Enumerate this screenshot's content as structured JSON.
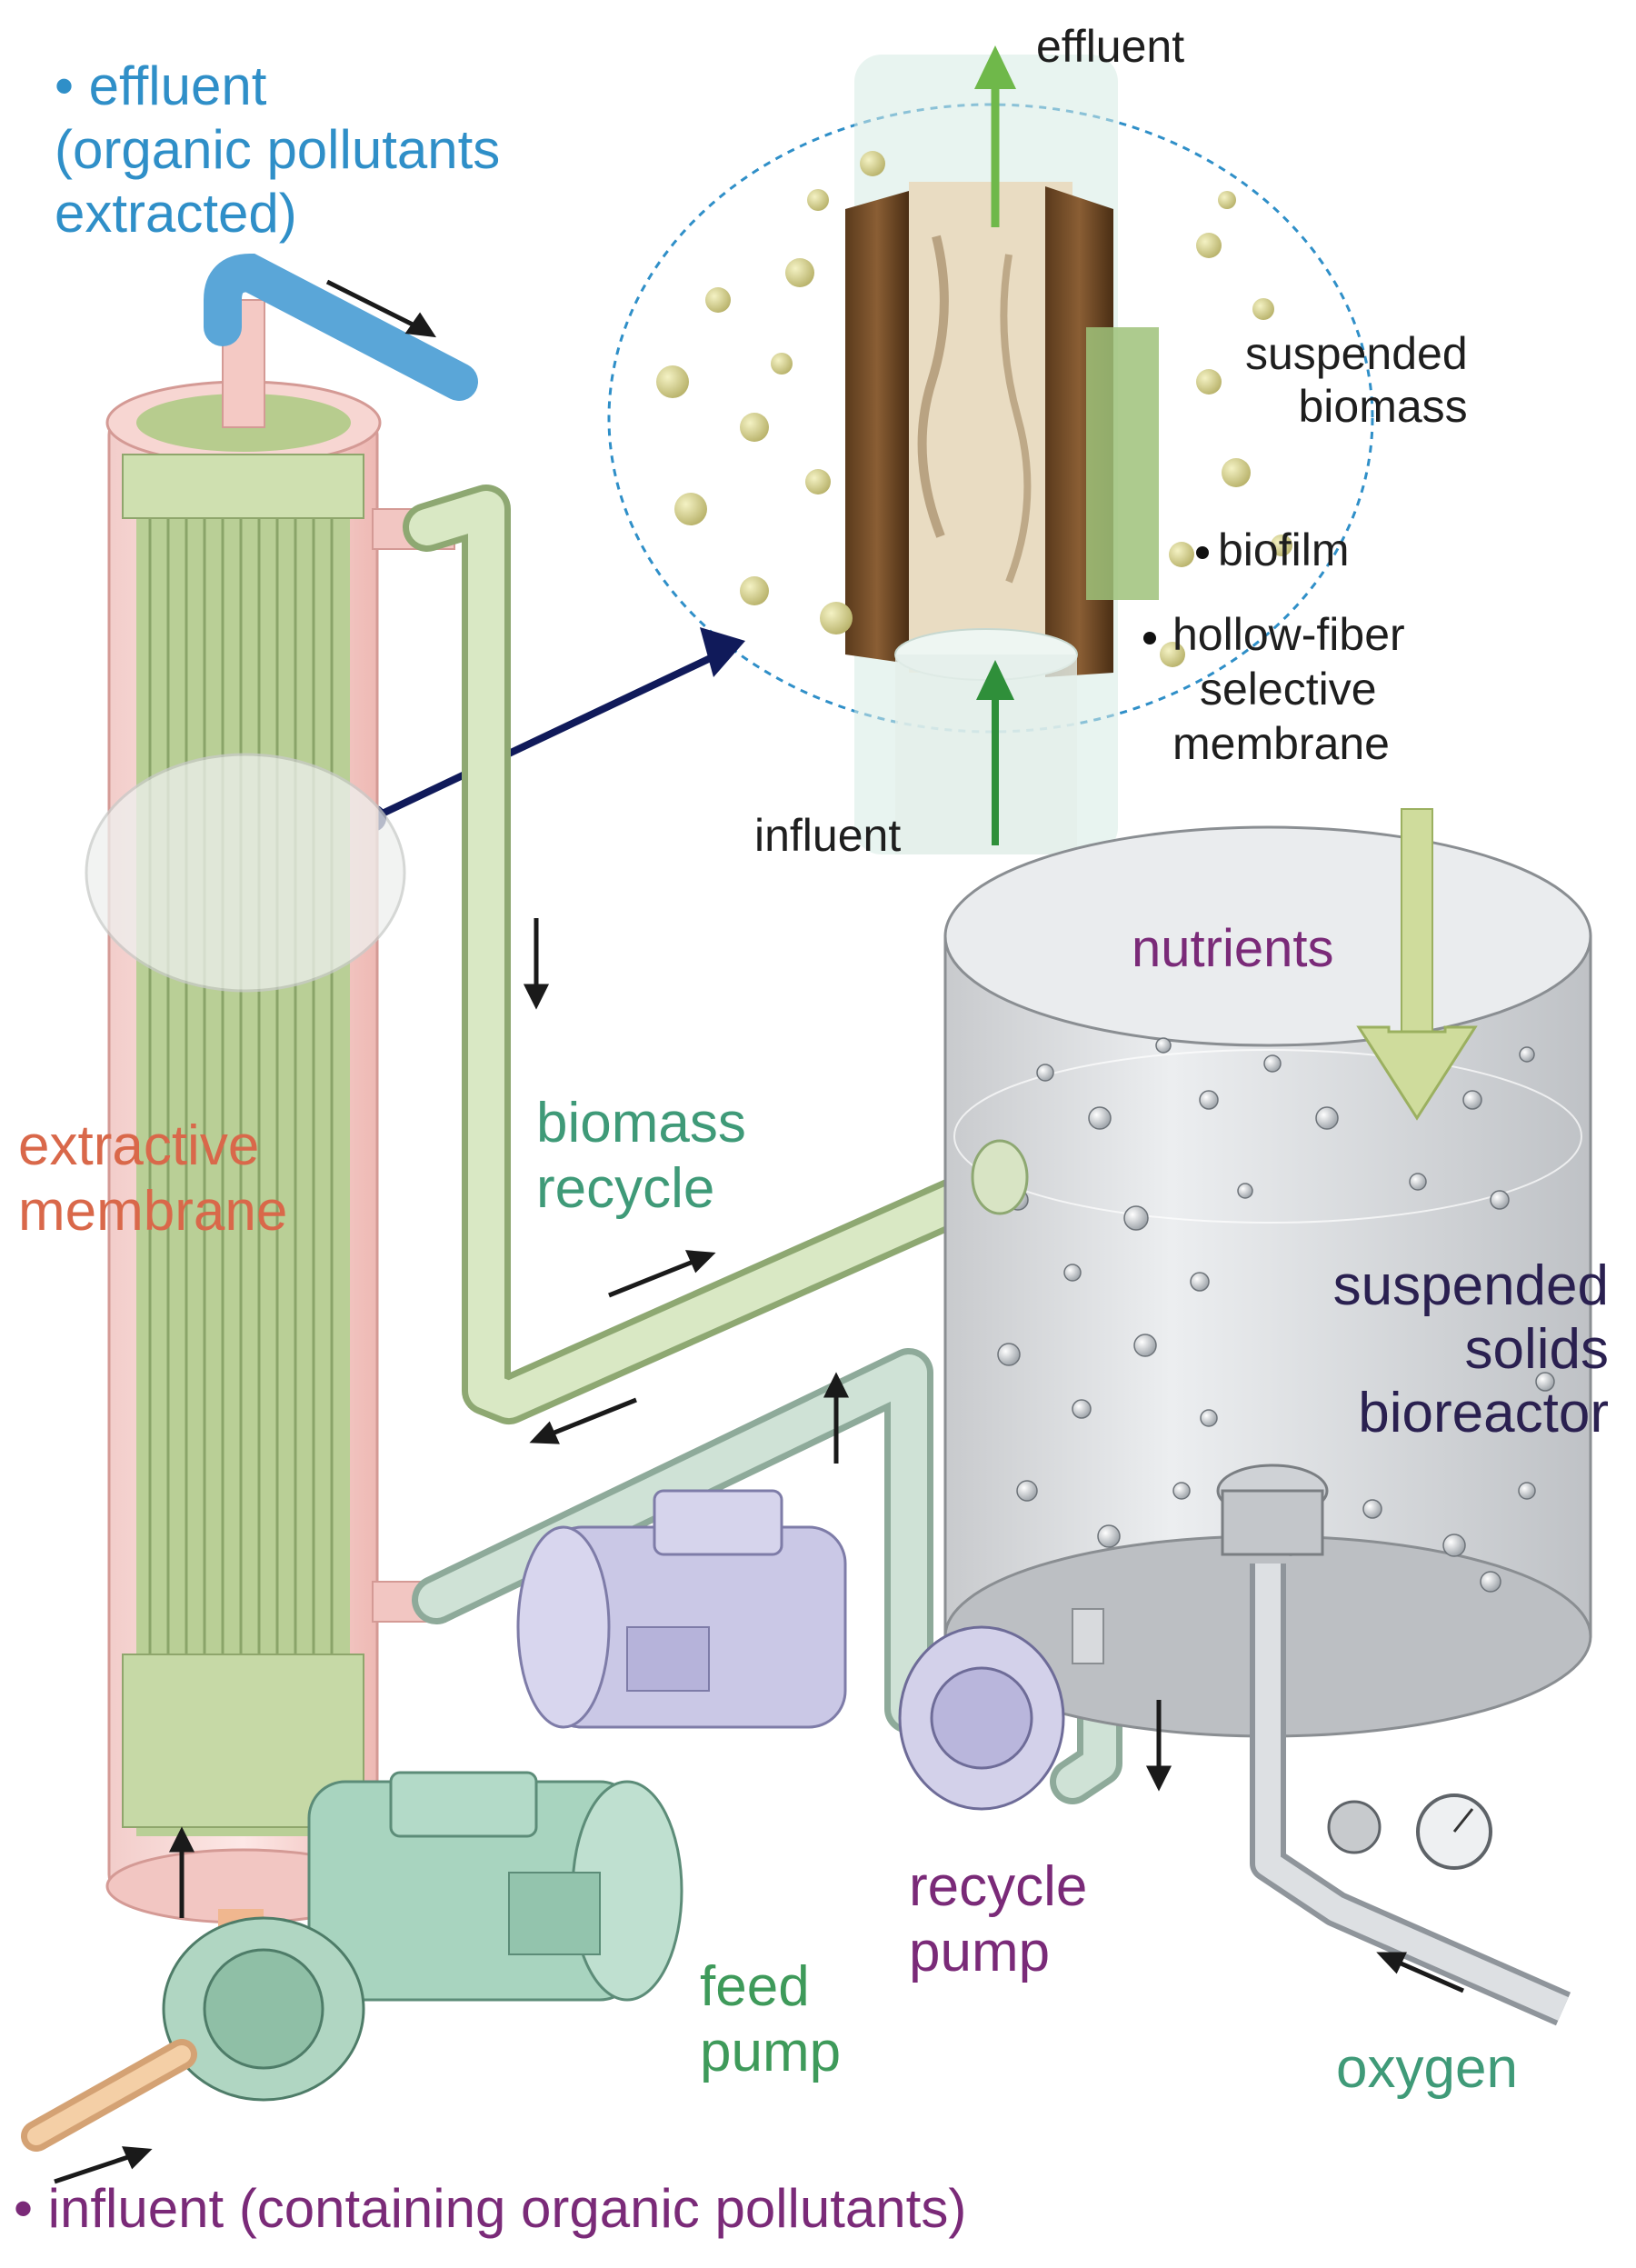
{
  "labels": {
    "effluent_extracted": {
      "line1": "• effluent",
      "line2": "(organic pollutants",
      "line3": "extracted)"
    },
    "effluent_top": "effluent",
    "suspended_biomass": {
      "line1": "suspended",
      "line2": "biomass"
    },
    "biofilm": "biofilm",
    "hollow_fiber": {
      "line1": "hollow-fiber",
      "line2": "selective",
      "line3": "membrane"
    },
    "influent_inset": "influent",
    "nutrients": "nutrients",
    "extractive_membrane": {
      "line1": "extractive",
      "line2": "membrane"
    },
    "biomass_recycle": {
      "line1": "biomass",
      "line2": "recycle"
    },
    "bioreactor": {
      "line1": "suspended",
      "line2": "solids",
      "line3": "bioreactor"
    },
    "recycle_pump": {
      "line1": "recycle",
      "line2": "pump"
    },
    "feed_pump": {
      "line1": "feed",
      "line2": "pump"
    },
    "oxygen": "oxygen",
    "influent_bottom": "• influent (containing organic pollutants)"
  },
  "colors": {
    "effluent_label": "#2f8fc8",
    "extractive_membrane_label": "#d9684a",
    "biomass_recycle_label": "#3f9a78",
    "nutrients_label": "#7a2a78",
    "bioreactor_label": "#2a2050",
    "feed_pump_label": "#3e9a5a",
    "oxygen_label": "#3f9a78",
    "influent_label": "#7a2a78",
    "membrane_fibers": "#9bb880",
    "shell_pink": "#f0c6c2",
    "pipe_green": "#cfe0b8",
    "tank_grey": "#d8dadd",
    "pump_green": "#9fd0b8",
    "pump_lilac": "#c8c6e6",
    "callout_arrow": "#101a5a"
  }
}
